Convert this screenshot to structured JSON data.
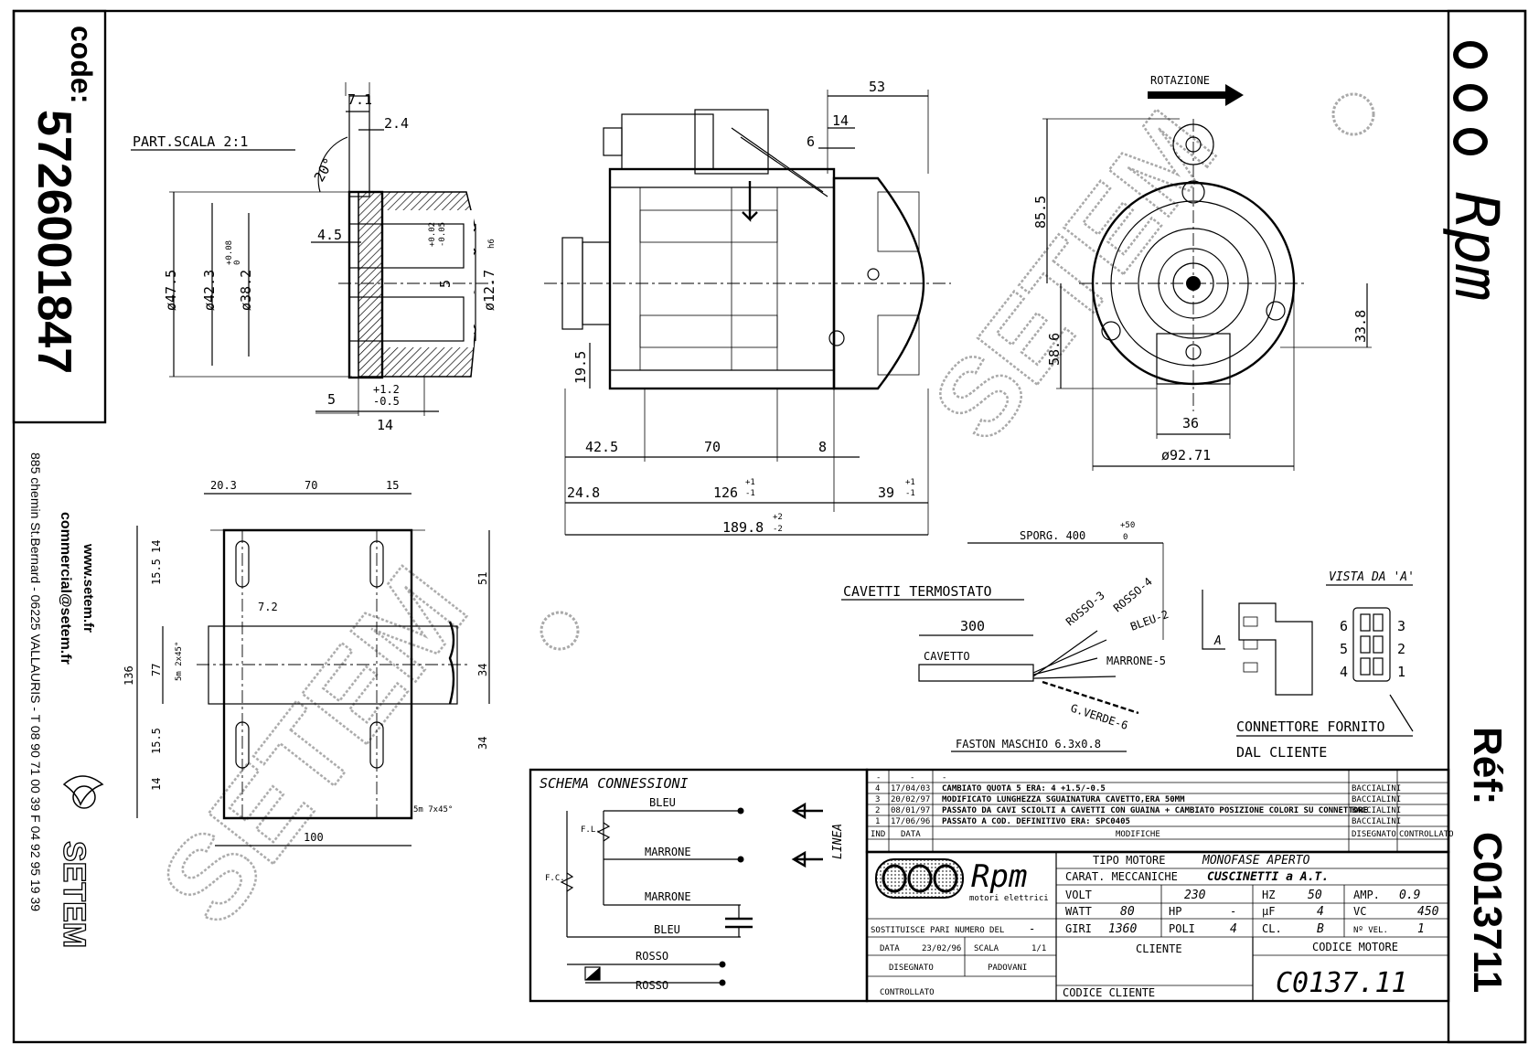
{
  "sidebar_left": {
    "code_label": "code:",
    "code_value": "5726001847",
    "website": "www.setem.fr",
    "email": "commercial@setem.fr",
    "address": "885 chemin St.Bernard - 06225 VALLAURIS - T 08 90 71 00 39  F 04 92 95 19 39",
    "brand": "SETEM"
  },
  "sidebar_right": {
    "ref_label": "Réf:",
    "ref_value": "C013711",
    "logo_text": "Rpm"
  },
  "watermark": "SETEM",
  "detail_view": {
    "title": "PART.SCALA 2:1",
    "dims": [
      "7.1",
      "2.4",
      "20°",
      "4.5",
      "ø47.5",
      "ø42.3",
      "ø38.2",
      "+0.08",
      "0",
      "+0.02",
      "-0.05",
      "5",
      "ø12.7",
      "h6",
      "+1.2",
      "-0.5",
      "5",
      "14"
    ]
  },
  "side_view": {
    "dims": [
      "53",
      "14",
      "6",
      "19.5",
      "42.5",
      "70",
      "8",
      "24.8",
      "126",
      "+1",
      "-1",
      "39",
      "+1",
      "-1",
      "189.8",
      "+2",
      "-2"
    ]
  },
  "front_view": {
    "rotation_label": "ROTAZIONE",
    "dims": [
      "85.5",
      "58.6",
      "33.8",
      "36",
      "ø92.71"
    ]
  },
  "base_view": {
    "dims": [
      "20.3",
      "70",
      "15",
      "51",
      "136",
      "77",
      "15.5",
      "14",
      "7.2",
      "34",
      "34",
      "15.5",
      "14",
      "100",
      "5m 2x45°",
      "5m 7x45°"
    ]
  },
  "wiring": {
    "sporgenza": "SPORG. 400",
    "sporg_tol_top": "+50",
    "sporg_tol_bot": "0",
    "cavetti_termostato": "CAVETTI TERMOSTATO",
    "len_300": "300",
    "cavetto": "CAVETTO",
    "wires": [
      "ROSSO-3",
      "ROSSO-4",
      "BLEU-2",
      "MARRONE-5",
      "G.VERDE-6"
    ],
    "faston": "FASTON MASCHIO 6.3x0.8",
    "vista": "VISTA DA 'A'",
    "a_label": "A",
    "pins_left": [
      "6",
      "5",
      "4"
    ],
    "pins_right": [
      "3",
      "2",
      "1"
    ],
    "connettore_line1": "CONNETTORE FORNITO",
    "connettore_line2": "DAL CLIENTE"
  },
  "schema": {
    "title": "SCHEMA CONNESSIONI",
    "labels": [
      "BLEU",
      "MARRONE",
      "MARRONE",
      "BLEU",
      "ROSSO",
      "ROSSO"
    ],
    "fl": "F.L.",
    "fc": "F.C.",
    "linea": "LINEA"
  },
  "revisions": {
    "header": [
      "-",
      "-",
      "-"
    ],
    "rows": [
      {
        "n": "4",
        "date": "17/04/03",
        "text": "CAMBIATO QUOTA 5 ERA: 4 +1.5/-0.5",
        "by": "BACCIALINI"
      },
      {
        "n": "3",
        "date": "20/02/97",
        "text": "MODIFICATO LUNGHEZZA SGUAINATURA CAVETTO,ERA 50MM",
        "by": "BACCIALINI"
      },
      {
        "n": "2",
        "date": "08/01/97",
        "text": "PASSATO DA CAVI SCIOLTI A CAVETTI CON GUAINA + CAMBIATO POSIZIONE COLORI SU CONNETTORE",
        "by": "BACCIALINI"
      },
      {
        "n": "1",
        "date": "17/06/96",
        "text": "PASSATO A COD. DEFINITIVO ERA: SPC0405",
        "by": "BACCIALINI"
      }
    ],
    "cols": [
      "IND",
      "DATA",
      "MODIFICHE",
      "DISEGNATO",
      "CONTROLLATO"
    ]
  },
  "title_block": {
    "logo_text": "Rpm",
    "logo_sub": "motori elettrici",
    "tipo_motore_label": "TIPO MOTORE",
    "tipo_motore": "MONOFASE APERTO",
    "carat_label": "CARAT. MECCANICHE",
    "carat": "CUSCINETTI a A.T.",
    "volt_label": "VOLT",
    "volt": "230",
    "hz_label": "HZ",
    "hz": "50",
    "amp_label": "AMP.",
    "amp": "0.9",
    "watt_label": "WATT",
    "watt": "80",
    "hp_label": "HP",
    "hp": "-",
    "uf_label": "µF",
    "uf": "4",
    "vc_label": "VC",
    "vc": "450",
    "giri_label": "GIRI",
    "giri": "1360",
    "poli_label": "POLI",
    "poli": "4",
    "cl_label": "CL.",
    "cl": "B",
    "nvel_label": "Nº VEL.",
    "nvel": "1",
    "sostituisce_label": "SOSTITUISCE PARI NUMERO DEL",
    "sostituisce": "-",
    "data_label": "DATA",
    "data": "23/02/96",
    "scala_label": "SCALA",
    "scala": "1/1",
    "disegnato_label": "DISEGNATO",
    "disegnato": "PADOVANI",
    "controllato_label": "CONTROLLATO",
    "cliente_label": "CLIENTE",
    "codice_cliente_label": "CODICE CLIENTE",
    "codice_motore_label": "CODICE MOTORE",
    "codice_motore": "C0137.11"
  }
}
